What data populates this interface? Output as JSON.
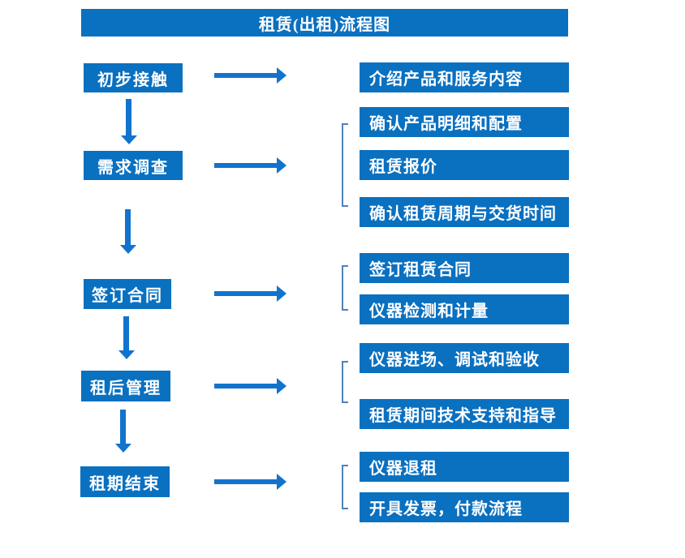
{
  "title": "租赁(出租)流程图",
  "colors": {
    "box_fill": "#0a70c0",
    "arrow": "#1273cd",
    "bracket": "#4f81bd",
    "text": "#ffffff",
    "background": "#ffffff"
  },
  "steps": [
    {
      "label": "初步接触",
      "details": [
        "介绍产品和服务内容"
      ]
    },
    {
      "label": "需求调查",
      "details": [
        "确认产品明细和配置",
        "租赁报价",
        "确认租赁周期与交货时间"
      ]
    },
    {
      "label": "签订合同",
      "details": [
        "签订租赁合同",
        "仪器检测和计量"
      ]
    },
    {
      "label": "租后管理",
      "details": [
        "仪器进场、调试和验收",
        "租赁期间技术支持和指导"
      ]
    },
    {
      "label": "租期结束",
      "details": [
        "仪器退租",
        "开具发票，付款流程"
      ]
    }
  ]
}
